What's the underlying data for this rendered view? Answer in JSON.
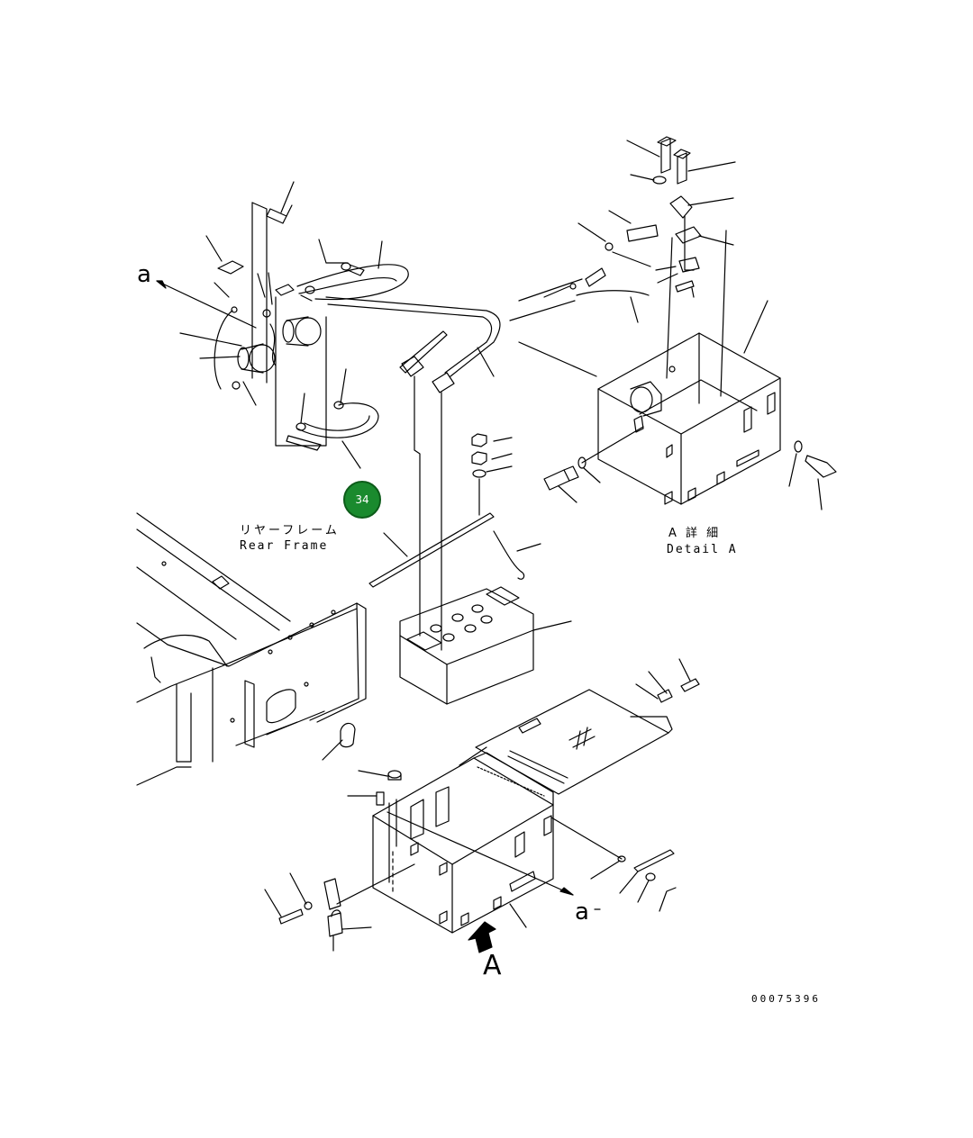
{
  "labels": {
    "rear_frame_jp": "リヤーフレーム",
    "rear_frame_en": "Rear Frame",
    "detail_jp": "A 詳 細",
    "detail_en": "Detail A",
    "view_a": "A",
    "section_a_top": "a",
    "section_a_bottom": "a",
    "drawing_number": "00075396"
  },
  "callouts": [
    {
      "number": "34",
      "color": "#1a8a2e"
    }
  ]
}
